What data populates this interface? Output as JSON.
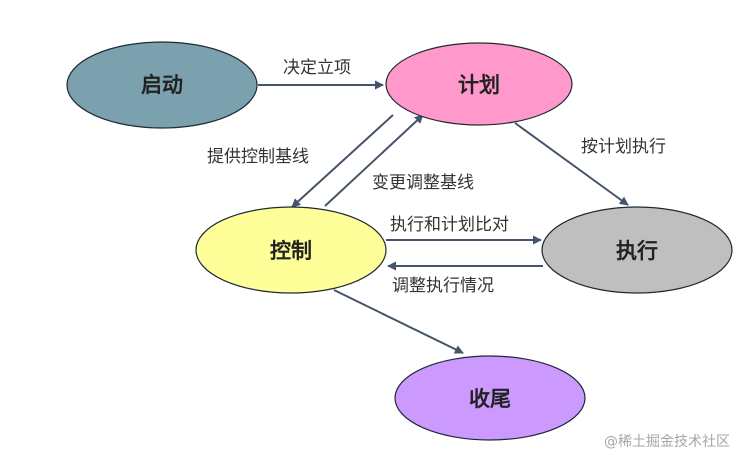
{
  "nodes": {
    "start": {
      "label": "启动",
      "color": "#7aa1ad"
    },
    "plan": {
      "label": "计划",
      "color": "#ff99cc"
    },
    "control": {
      "label": "控制",
      "color": "#ffff99"
    },
    "execute": {
      "label": "执行",
      "color": "#bfbfbf"
    },
    "close": {
      "label": "收尾",
      "color": "#cc99ff"
    }
  },
  "edges": {
    "start_to_plan": "决定立项",
    "plan_to_execute": "按计划执行",
    "plan_to_control": "提供控制基线",
    "control_to_plan": "变更调整基线",
    "control_to_execute": "执行和计划比对",
    "execute_to_control": "调整执行情况"
  },
  "watermark": "@稀土掘金技术社区",
  "colors": {
    "stroke": "#1f2a36",
    "arrow": "#44546a"
  }
}
